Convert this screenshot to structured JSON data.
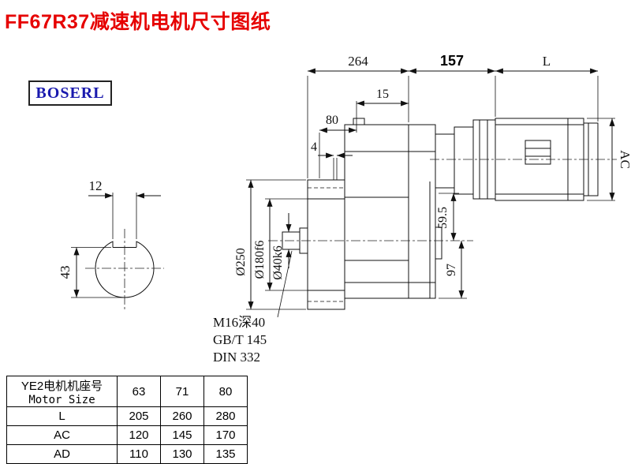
{
  "page": {
    "title": "FF67R37减速机电机尺寸图纸"
  },
  "logo": {
    "text": "BOSERL"
  },
  "colors": {
    "title": "#e60000",
    "logo_text": "#1a1aae",
    "line": "#111111",
    "background": "#ffffff"
  },
  "drawing": {
    "dims": {
      "d264": "264",
      "d157": "157",
      "dL": "L",
      "d15": "15",
      "d80": "80",
      "d4": "4",
      "dAC": "AC",
      "d12": "12",
      "d43": "43",
      "d250": "Ø250",
      "d180": "Ø180f6",
      "d40": "Ø40k6",
      "d595": "59.5",
      "d97": "97"
    },
    "notes": {
      "thread": "M16深40",
      "std1": "GB/T 145",
      "std2": "DIN 332"
    }
  },
  "table": {
    "header_cn": "YE2电机机座号",
    "header_en": "Motor Size",
    "sizes": [
      "63",
      "71",
      "80"
    ],
    "rows": [
      {
        "label": "L",
        "values": [
          "205",
          "260",
          "280"
        ]
      },
      {
        "label": "AC",
        "values": [
          "120",
          "145",
          "170"
        ]
      },
      {
        "label": "AD",
        "values": [
          "110",
          "130",
          "135"
        ]
      }
    ]
  }
}
